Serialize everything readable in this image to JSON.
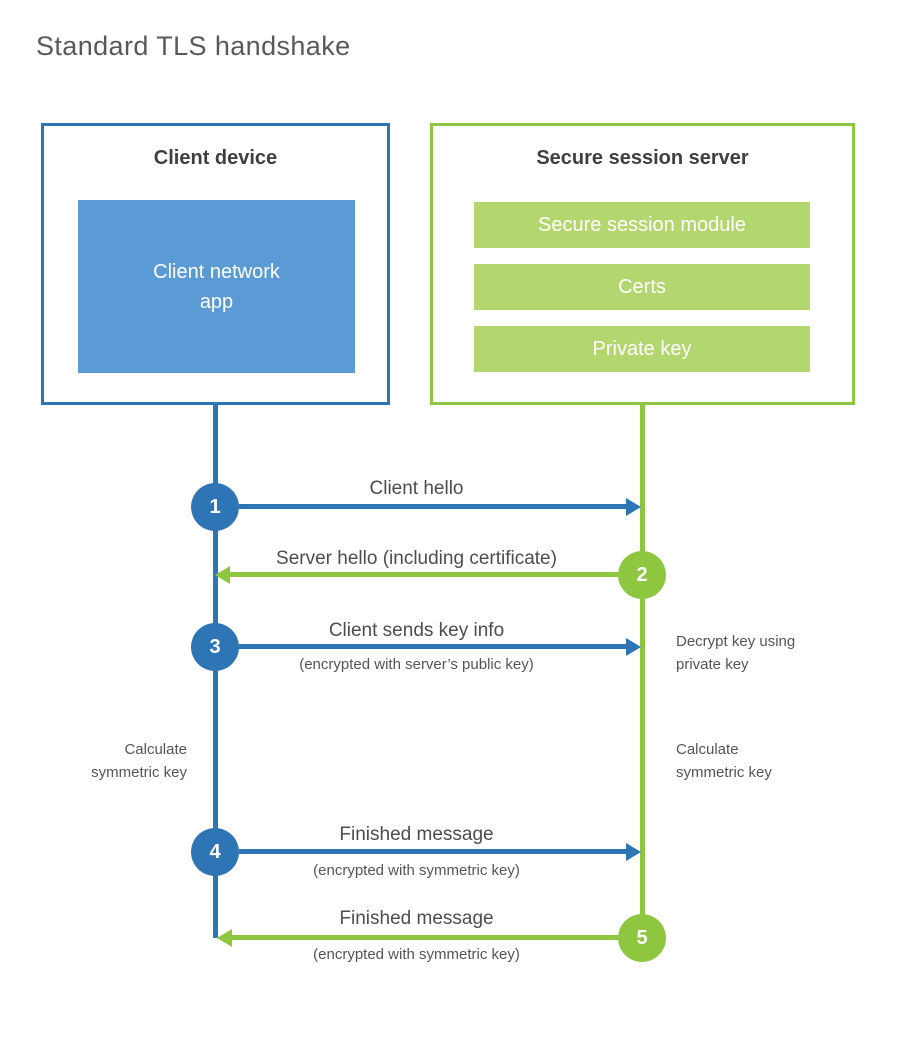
{
  "page": {
    "title": "Standard TLS handshake"
  },
  "colors": {
    "blue": "#2e75b6",
    "blue_fill": "#5b9bd5",
    "green": "#8fc640",
    "green_fill": "#b4d66e"
  },
  "client": {
    "title": "Client device",
    "app": "Client network app"
  },
  "server": {
    "title": "Secure session server",
    "modules": [
      "Secure session module",
      "Certs",
      "Private key"
    ]
  },
  "steps": [
    {
      "num": "1",
      "from": "client",
      "to": "server",
      "label": "Client hello",
      "sub": ""
    },
    {
      "num": "2",
      "from": "server",
      "to": "client",
      "label": "Server hello (including certificate)",
      "sub": ""
    },
    {
      "num": "3",
      "from": "client",
      "to": "server",
      "label": "Client sends key info",
      "sub": "(encrypted with server’s public key)"
    },
    {
      "num": "4",
      "from": "client",
      "to": "server",
      "label": "Finished message",
      "sub": "(encrypted with symmetric key)"
    },
    {
      "num": "5",
      "from": "server",
      "to": "client",
      "label": "Finished message",
      "sub": "(encrypted with symmetric key)"
    }
  ],
  "notes": {
    "decrypt_key": "Decrypt key using private key",
    "calculate_left": "Calculate symmetric key",
    "calculate_right": "Calculate symmetric key"
  }
}
